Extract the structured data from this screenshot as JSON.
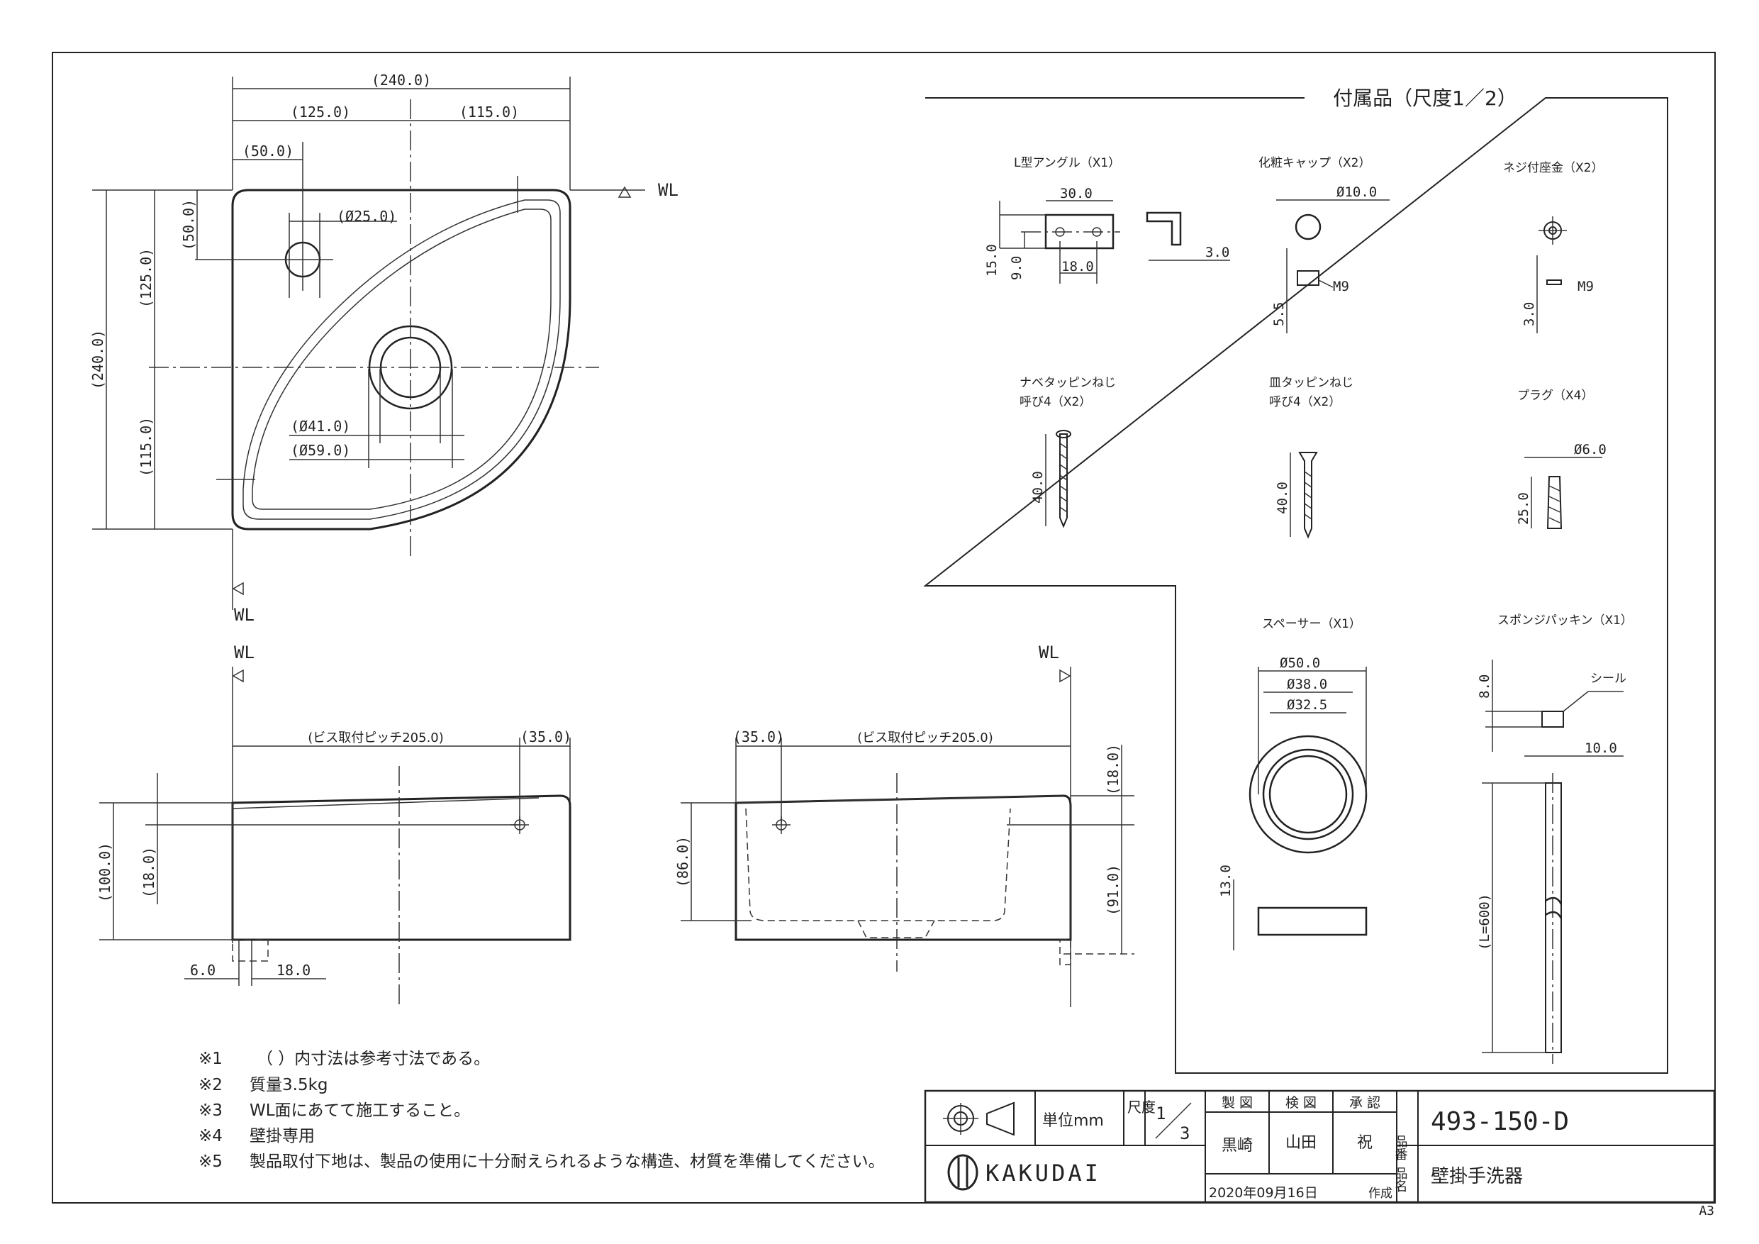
{
  "sheet_size": "A3",
  "top_view": {
    "wl_top": "WL",
    "wl_left": "WL",
    "dims": {
      "overall_width": "(240.0)",
      "left_part": "(125.0)",
      "right_part": "(115.0)",
      "hole_offset_x": "(50.0)",
      "hole_offset_y": "(50.0)",
      "hole_diameter": "(Ø25.0)",
      "overall_height": "(240.0)",
      "top_part": "(125.0)",
      "bottom_part": "(115.0)",
      "drain_inner": "(Ø41.0)",
      "drain_outer": "(Ø59.0)"
    }
  },
  "side_view_left": {
    "wl": "WL",
    "dims": {
      "pitch": "(ビス取付ピッチ205.0)",
      "end_offset": "(35.0)",
      "height": "(100.0)",
      "screw_height": "(18.0)",
      "bottom_a": "6.0",
      "bottom_b": "18.0"
    }
  },
  "side_view_right": {
    "wl": "WL",
    "dims": {
      "end_offset": "(35.0)",
      "pitch": "(ビス取付ピッチ205.0)",
      "bowl_depth": "(86.0)",
      "top_offset": "(18.0)",
      "lower_height": "(91.0)"
    }
  },
  "accessories": {
    "title": "付属品（尺度1／2）",
    "items": [
      {
        "label": "L型アングル（X1）",
        "dims": [
          "30.0",
          "15.0",
          "9.0",
          "18.0",
          "3.0"
        ]
      },
      {
        "label": "化粧キャップ（X2）",
        "dims": [
          "Ø10.0",
          "5.5",
          "M9"
        ]
      },
      {
        "label": "ネジ付座金（X2）",
        "dims": [
          "3.0",
          "M9"
        ]
      },
      {
        "label": "ナベタッピンねじ",
        "sub": "呼び4（X2）",
        "dims": [
          "40.0"
        ]
      },
      {
        "label": "皿タッピンねじ",
        "sub": "呼び4（X2）",
        "dims": [
          "40.0"
        ]
      },
      {
        "label": "プラグ（X4）",
        "dims": [
          "Ø6.0",
          "25.0"
        ]
      },
      {
        "label": "スペーサー（X1）",
        "dims": [
          "Ø50.0",
          "Ø38.0",
          "Ø32.5",
          "13.0"
        ]
      },
      {
        "label": "スポンジパッキン（X1）",
        "dims": [
          "8.0",
          "シール",
          "10.0",
          "(L=600)"
        ]
      }
    ]
  },
  "notes": [
    {
      "mark": "※1",
      "text": "（ ）内寸法は参考寸法である。"
    },
    {
      "mark": "※2",
      "text": "質量3.5kg"
    },
    {
      "mark": "※3",
      "text": "WL面にあてて施工すること。"
    },
    {
      "mark": "※4",
      "text": "壁掛専用"
    },
    {
      "mark": "※5",
      "text": "製品取付下地は、製品の使用に十分耐えられるような構造、材質を準備してください。"
    }
  ],
  "title_block": {
    "unit_label": "単位mm",
    "scale_label": "尺度",
    "scale_num": "1",
    "scale_den": "3",
    "drawn_label": "製 図",
    "checked_label": "検 図",
    "approved_label": "承 認",
    "drawn_by": "黒崎",
    "checked_by": "山田",
    "approved_by": "祝",
    "part_no_label": "品番",
    "part_no": "493-150-D",
    "name_label": "品名",
    "product_name": "壁掛手洗器",
    "brand": "KAKUDAI",
    "date": "2020年09月16日",
    "created_label": "作成"
  }
}
